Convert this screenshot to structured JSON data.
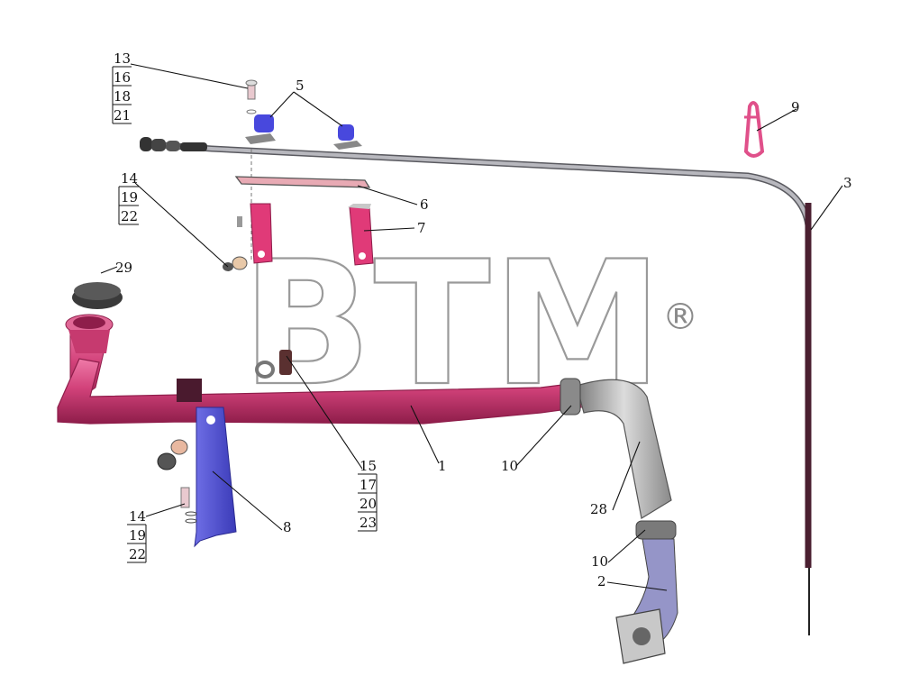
{
  "watermark": {
    "text": "BTM",
    "mark": "®"
  },
  "colors": {
    "pipe": "#d2427a",
    "pipe_dark": "#8e1d4a",
    "bracket": "#5a5ad0",
    "clamp": "#4a4ae0",
    "hose": "#b5b5b5",
    "hose_dark": "#6f6f6f",
    "dipstick": "#5a2a3a",
    "rod": "#9a9aa0",
    "cap": "#333333"
  },
  "callouts": {
    "c1": "1",
    "c2": "2",
    "c3": "3",
    "c5": "5",
    "c6": "6",
    "c7": "7",
    "c8": "8",
    "c9": "9",
    "c10a": "10",
    "c10b": "10",
    "c28": "28",
    "c29": "29",
    "stack13": [
      "13",
      "16",
      "18",
      "21"
    ],
    "stack14a": [
      "14",
      "19",
      "22"
    ],
    "stack14b": [
      "14",
      "19",
      "22"
    ],
    "stack15": [
      "15",
      "17",
      "20",
      "23"
    ]
  }
}
